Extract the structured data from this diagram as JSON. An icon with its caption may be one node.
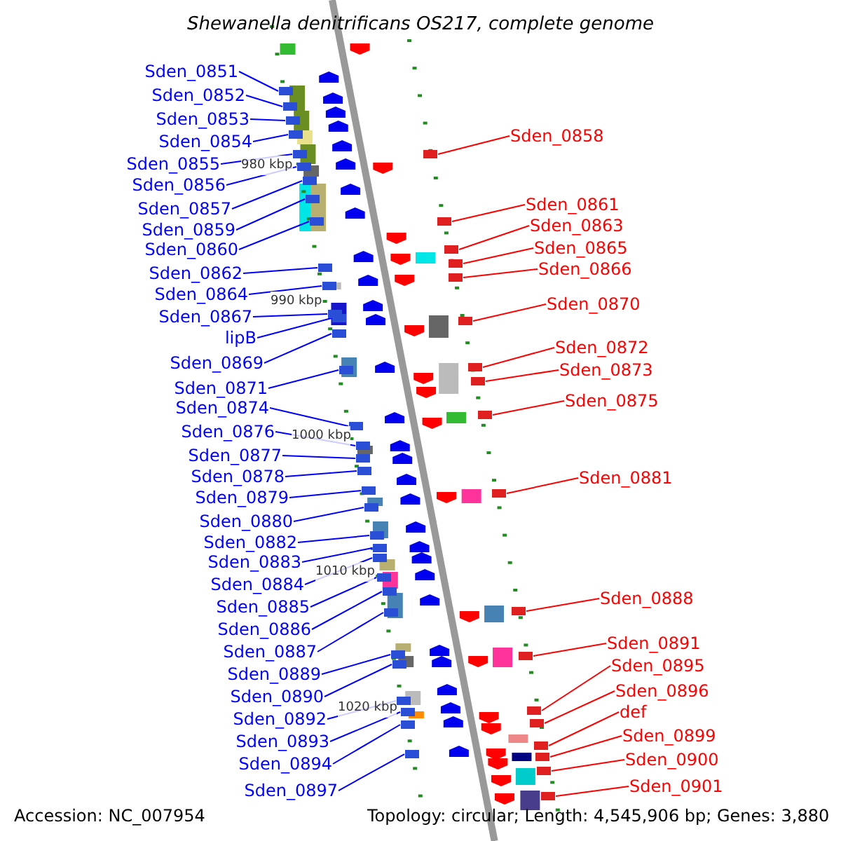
{
  "diagram": {
    "title": "Shewanella denitrificans OS217, complete genome",
    "nodes": [
      {
        "text": [
          "Sden_0851"
        ]
      },
      {
        "text": [
          "Sden_0852"
        ]
      },
      {
        "text": [
          "Sden_0853"
        ]
      },
      {
        "text": [
          "Sden_0854"
        ]
      },
      {
        "text": [
          "Sden_0855"
        ]
      },
      {
        "text": [
          "Sden_0856"
        ]
      },
      {
        "text": [
          "Sden_0857"
        ]
      },
      {
        "text": [
          "Sden_0859"
        ]
      },
      {
        "text": [
          "Sden_0860"
        ]
      },
      {
        "text": [
          "Sden_0862"
        ]
      },
      {
        "text": [
          "Sden_0864"
        ]
      },
      {
        "text": [
          "Sden_0867"
        ]
      },
      {
        "text": [
          "lipB"
        ]
      },
      {
        "text": [
          "Sden_0869"
        ]
      },
      {
        "text": [
          "Sden_0871"
        ]
      },
      {
        "text": [
          "Sden_0874"
        ]
      },
      {
        "text": [
          "Sden_0876"
        ]
      },
      {
        "text": [
          "Sden_0877"
        ]
      },
      {
        "text": [
          "Sden_0878"
        ]
      },
      {
        "text": [
          "Sden_0879"
        ]
      },
      {
        "text": [
          "Sden_0880"
        ]
      },
      {
        "text": [
          "Sden_0882"
        ]
      },
      {
        "text": [
          "Sden_0883"
        ]
      },
      {
        "text": [
          "Sden_0884"
        ]
      },
      {
        "text": [
          "Sden_0885"
        ]
      },
      {
        "text": [
          "Sden_0886"
        ]
      },
      {
        "text": [
          "Sden_0887"
        ]
      },
      {
        "text": [
          "Sden_0889"
        ]
      },
      {
        "text": [
          "Sden_0890"
        ]
      },
      {
        "text": [
          "Sden_0892"
        ]
      },
      {
        "text": [
          "Sden_0893"
        ]
      },
      {
        "text": [
          "Sden_0894"
        ]
      },
      {
        "text": [
          "Sden_0897"
        ]
      },
      {
        "text": [
          "Sden_0858"
        ]
      },
      {
        "text": [
          "Sden_0861"
        ]
      },
      {
        "text": [
          "Sden_0863"
        ]
      },
      {
        "text": [
          "Sden_0865"
        ]
      },
      {
        "text": [
          "Sden_0866"
        ]
      },
      {
        "text": [
          "Sden_0870"
        ]
      },
      {
        "text": [
          "Sden_0872"
        ]
      },
      {
        "text": [
          "Sden_0873"
        ]
      },
      {
        "text": [
          "Sden_0875"
        ]
      },
      {
        "text": [
          "Sden_0881"
        ]
      },
      {
        "text": [
          "Sden_0888"
        ]
      },
      {
        "text": [
          "Sden_0891"
        ]
      },
      {
        "text": [
          "Sden_0895"
        ]
      },
      {
        "text": [
          "Sden_0896"
        ]
      },
      {
        "text": [
          "def"
        ]
      },
      {
        "text": [
          "Sden_0899"
        ]
      },
      {
        "text": [
          "Sden_0900"
        ]
      },
      {
        "text": [
          "Sden_0901"
        ]
      },
      {
        "text": [],
        "shape": "bar"
      },
      {
        "text": [],
        "shape": "bar"
      },
      {
        "text": [],
        "shape": "bar"
      },
      {
        "text": [],
        "shape": "bar"
      },
      {
        "text": [],
        "shape": "bar"
      },
      {
        "text": [],
        "shape": "bar"
      },
      {
        "text": [],
        "shape": "bar"
      },
      {
        "text": [],
        "shape": "bar"
      },
      {
        "text": [],
        "shape": "bar"
      },
      {
        "text": [],
        "shape": "bar"
      },
      {
        "text": [],
        "shape": "bar"
      },
      {
        "text": [],
        "shape": "bar"
      },
      {
        "text": [],
        "shape": "bar"
      },
      {
        "text": [],
        "shape": "bar"
      },
      {
        "text": [],
        "shape": "bar"
      },
      {
        "text": [],
        "shape": "bar"
      },
      {
        "text": [],
        "shape": "bar"
      },
      {
        "text": [],
        "shape": "bar"
      },
      {
        "text": [],
        "shape": "bar"
      },
      {
        "text": [],
        "shape": "bar"
      },
      {
        "text": [],
        "shape": "bar"
      },
      {
        "text": [],
        "shape": "bar"
      },
      {
        "text": [],
        "shape": "bar"
      },
      {
        "text": [],
        "shape": "bar"
      },
      {
        "text": [],
        "shape": "bar"
      },
      {
        "text": [],
        "shape": "bar"
      },
      {
        "text": [],
        "shape": "bar"
      },
      {
        "text": [],
        "shape": "bar"
      },
      {
        "text": [],
        "shape": "bar"
      },
      {
        "text": [],
        "shape": "bar"
      },
      {
        "text": [],
        "shape": "bar"
      },
      {
        "text": [],
        "shape": "bar"
      },
      {
        "text": [],
        "shape": "bar"
      },
      {
        "text": [],
        "shape": "bar"
      },
      {
        "text": [],
        "shape": "bar"
      },
      {
        "text": [],
        "shape": "bar"
      },
      {
        "text": [],
        "shape": "bar"
      },
      {
        "text": [],
        "shape": "bar"
      },
      {
        "text": [],
        "shape": "bar"
      },
      {
        "text": [],
        "shape": "bar"
      },
      {
        "text": [],
        "shape": "bar"
      },
      {
        "text": [],
        "shape": "bar"
      },
      {
        "text": [],
        "shape": "bar"
      },
      {
        "text": [],
        "shape": "bar"
      },
      {
        "text": [],
        "shape": "bar"
      },
      {
        "text": [],
        "shape": "bar"
      },
      {
        "text": [],
        "shape": "bar"
      },
      {
        "text": [],
        "shape": "bar"
      },
      {
        "text": [],
        "shape": "bar"
      },
      {
        "text": [],
        "shape": "bar"
      },
      {
        "text": [],
        "shape": "bar"
      }
    ],
    "edges": [
      {
        "from": 0,
        "to": 51,
        "arrow": "none",
        "color": "#0000ff"
      },
      {
        "from": 1,
        "to": 52,
        "arrow": "none",
        "color": "#0000ff"
      },
      {
        "from": 2,
        "to": 53,
        "arrow": "none",
        "color": "#0000ff"
      },
      {
        "from": 3,
        "to": 54,
        "arrow": "none",
        "color": "#0000ff"
      },
      {
        "from": 4,
        "to": 55,
        "arrow": "none",
        "color": "#0000ff"
      },
      {
        "from": 5,
        "to": 56,
        "arrow": "none",
        "color": "#0000ff"
      },
      {
        "from": 6,
        "to": 57,
        "arrow": "none",
        "color": "#0000ff"
      },
      {
        "from": 7,
        "to": 58,
        "arrow": "none",
        "color": "#0000ff"
      },
      {
        "from": 8,
        "to": 59,
        "arrow": "none",
        "color": "#0000ff"
      },
      {
        "from": 9,
        "to": 60,
        "arrow": "none",
        "color": "#0000ff"
      },
      {
        "from": 10,
        "to": 61,
        "arrow": "none",
        "color": "#0000ff"
      },
      {
        "from": 11,
        "to": 62,
        "arrow": "none",
        "color": "#0000ff"
      },
      {
        "from": 12,
        "to": 63,
        "arrow": "none",
        "color": "#0000ff"
      },
      {
        "from": 13,
        "to": 64,
        "arrow": "none",
        "color": "#0000ff"
      },
      {
        "from": 14,
        "to": 65,
        "arrow": "none",
        "color": "#0000ff"
      },
      {
        "from": 15,
        "to": 66,
        "arrow": "none",
        "color": "#0000ff"
      },
      {
        "from": 16,
        "to": 67,
        "arrow": "none",
        "color": "#0000ff"
      },
      {
        "from": 17,
        "to": 68,
        "arrow": "none",
        "color": "#0000ff"
      },
      {
        "from": 18,
        "to": 69,
        "arrow": "none",
        "color": "#0000ff"
      },
      {
        "from": 19,
        "to": 70,
        "arrow": "none",
        "color": "#0000ff"
      },
      {
        "from": 20,
        "to": 71,
        "arrow": "none",
        "color": "#0000ff"
      },
      {
        "from": 21,
        "to": 72,
        "arrow": "none",
        "color": "#0000ff"
      },
      {
        "from": 22,
        "to": 73,
        "arrow": "none",
        "color": "#0000ff"
      },
      {
        "from": 23,
        "to": 74,
        "arrow": "none",
        "color": "#0000ff"
      },
      {
        "from": 24,
        "to": 75,
        "arrow": "none",
        "color": "#0000ff"
      },
      {
        "from": 25,
        "to": 76,
        "arrow": "none",
        "color": "#0000ff"
      },
      {
        "from": 26,
        "to": 77,
        "arrow": "none",
        "color": "#0000ff"
      },
      {
        "from": 27,
        "to": 78,
        "arrow": "none",
        "color": "#0000ff"
      },
      {
        "from": 28,
        "to": 79,
        "arrow": "none",
        "color": "#0000ff"
      },
      {
        "from": 29,
        "to": 80,
        "arrow": "none",
        "color": "#0000ff"
      },
      {
        "from": 30,
        "to": 81,
        "arrow": "none",
        "color": "#0000ff"
      },
      {
        "from": 31,
        "to": 82,
        "arrow": "none",
        "color": "#0000ff"
      },
      {
        "from": 32,
        "to": 83,
        "arrow": "none",
        "color": "#0000ff"
      },
      {
        "from": 33,
        "to": 84,
        "arrow": "none",
        "color": "#ff0000"
      },
      {
        "from": 34,
        "to": 85,
        "arrow": "none",
        "color": "#ff0000"
      },
      {
        "from": 35,
        "to": 86,
        "arrow": "none",
        "color": "#ff0000"
      },
      {
        "from": 36,
        "to": 87,
        "arrow": "none",
        "color": "#ff0000"
      },
      {
        "from": 37,
        "to": 88,
        "arrow": "none",
        "color": "#ff0000"
      },
      {
        "from": 38,
        "to": 89,
        "arrow": "none",
        "color": "#ff0000"
      },
      {
        "from": 39,
        "to": 90,
        "arrow": "none",
        "color": "#ff0000"
      },
      {
        "from": 40,
        "to": 91,
        "arrow": "none",
        "color": "#ff0000"
      },
      {
        "from": 41,
        "to": 92,
        "arrow": "none",
        "color": "#ff0000"
      },
      {
        "from": 42,
        "to": 93,
        "arrow": "none",
        "color": "#ff0000"
      },
      {
        "from": 43,
        "to": 94,
        "arrow": "none",
        "color": "#ff0000"
      },
      {
        "from": 44,
        "to": 95,
        "arrow": "none",
        "color": "#ff0000"
      },
      {
        "from": 45,
        "to": 96,
        "arrow": "none",
        "color": "#ff0000"
      },
      {
        "from": 46,
        "to": 97,
        "arrow": "none",
        "color": "#ff0000"
      },
      {
        "from": 47,
        "to": 98,
        "arrow": "none",
        "color": "#ff0000"
      },
      {
        "from": 48,
        "to": 99,
        "arrow": "none",
        "color": "#ff0000"
      },
      {
        "from": 49,
        "to": 100,
        "arrow": "none",
        "color": "#ff0000"
      },
      {
        "from": 50,
        "to": 101,
        "arrow": "none",
        "color": "#ff0000"
      }
    ],
    "labels": [
      "980 kbp",
      "990 kbp",
      "1000 kbp",
      "1010 kbp",
      "1020 kbp",
      "Accession: NC_007954",
      "Topology: circular; Length: 4,545,906 bp; Genes: 3,880"
    ]
  }
}
